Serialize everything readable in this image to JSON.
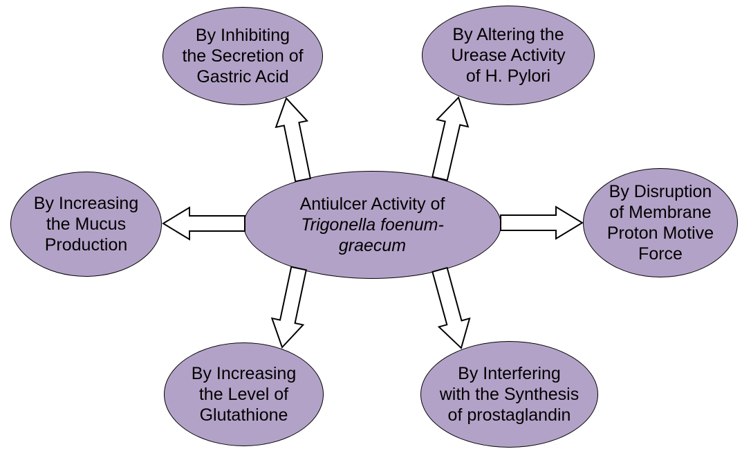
{
  "diagram": {
    "center": {
      "line1": "Antiulcer Activity of",
      "line2_italic": "Trigonella foenum-\ngraecum"
    },
    "nodes": [
      {
        "id": "gastric-acid",
        "label": "By Inhibiting\nthe Secretion of\nGastric Acid"
      },
      {
        "id": "urease-activity",
        "label": "By Altering the\nUrease Activity\nof H. Pylori"
      },
      {
        "id": "mucus-production",
        "label": "By Increasing\nthe Mucus\nProduction"
      },
      {
        "id": "proton-motive-force",
        "label": "By Disruption\nof Membrane\nProton Motive\nForce"
      },
      {
        "id": "glutathione",
        "label": "By Increasing\nthe Level of\nGlutathione"
      },
      {
        "id": "prostaglandin",
        "label": "By Interfering\nwith the Synthesis\nof prostaglandin"
      }
    ],
    "colors": {
      "ellipse_fill": "#b3a2c7",
      "outline": "#000000",
      "arrow_fill": "#ffffff",
      "text": "#000000",
      "background": "#ffffff"
    }
  }
}
